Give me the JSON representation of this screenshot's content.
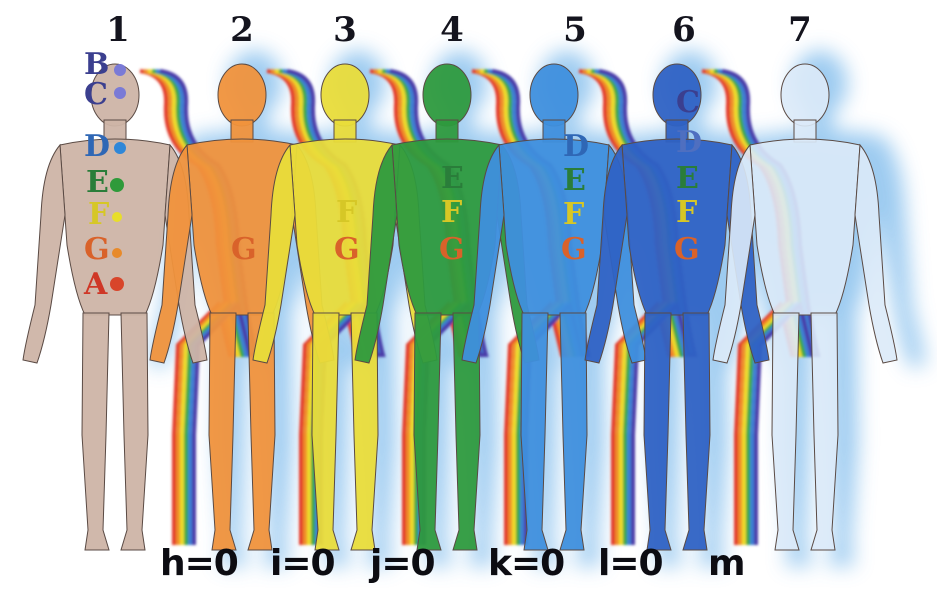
{
  "figure_numbers": [
    "1",
    "2",
    "3",
    "4",
    "5",
    "6",
    "7"
  ],
  "figure_letters": {
    "f1": [
      "B",
      "C",
      "D",
      "E",
      "F",
      "G",
      "A"
    ],
    "f2": [
      "G"
    ],
    "f3": [
      "F",
      "G"
    ],
    "f4": [
      "E",
      "F",
      "G"
    ],
    "f5": [
      "D",
      "E",
      "F",
      "G"
    ],
    "f6": [
      "C",
      "D",
      "E",
      "F",
      "G"
    ]
  },
  "bottom_labels": [
    "h=0",
    "i=0",
    "j=0",
    "k=0",
    "l=0",
    "m"
  ],
  "colors": {
    "body_1": "#cdb4a6",
    "body_2": "#f0923c",
    "body_3": "#e9dc3a",
    "body_4": "#2e9a3e",
    "body_5": "#3f8fdd",
    "body_6": "#2f62c4",
    "body_7": "#dbeaf8",
    "aura": "#8cc2ee",
    "letter_B": "#3b3f8f",
    "letter_C": "#3b3f8f",
    "letter_D": "#2f67b5",
    "letter_E": "#2a7d3a",
    "letter_F": "#d6c726",
    "letter_G": "#d9622a",
    "letter_A": "#cf3727"
  }
}
